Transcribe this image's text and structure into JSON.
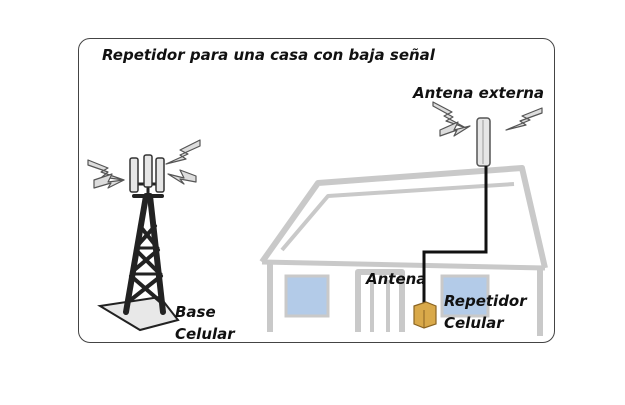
{
  "diagram": {
    "title": "Repetidor para una casa con baja señal",
    "labels": {
      "external_antenna": "Antena externa",
      "indoor_antenna": "Antena",
      "repeater_line1": "Repetidor",
      "repeater_line2": "Celular",
      "base_line1": "Base",
      "base_line2": "Celular"
    },
    "colors": {
      "house": "#c9c9c9",
      "window": "#b3cbe8",
      "cable": "#111111",
      "repeater": "#d9a94a",
      "tower": "#222222"
    }
  }
}
